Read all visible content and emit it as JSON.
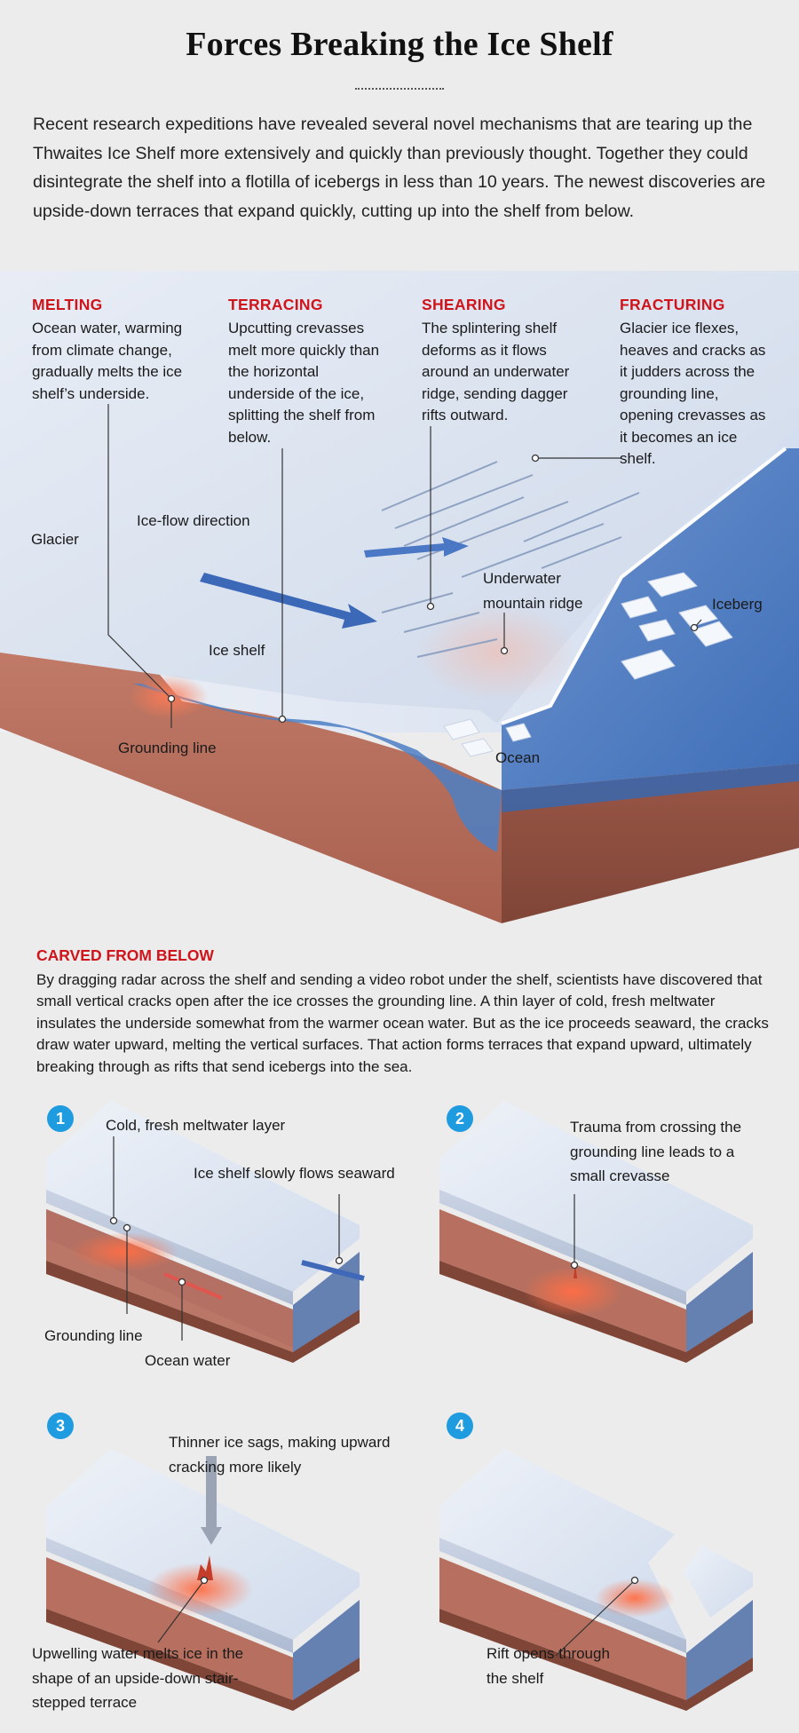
{
  "title": "Forces Breaking the Ice Shelf",
  "intro": "Recent research expeditions have revealed several novel mechanisms that are tearing up the Thwaites Ice Shelf more extensively and quickly than previously thought. Together they could disintegrate the shelf into a flotilla of icebergs in less than 10 years. The newest discoveries are upside-down terraces that expand quickly, cutting up into the shelf from below.",
  "mechanisms": [
    {
      "head": "MELTING",
      "text": "Ocean water, warming from climate change, gradually melts the ice shelf’s underside."
    },
    {
      "head": "TERRACING",
      "text": "Upcutting crevasses melt more quickly than the horizontal underside of the ice, splitting the shelf from below."
    },
    {
      "head": "SHEARING",
      "text": "The splintering shelf deforms as it flows around an underwater ridge, sending dagger rifts outward."
    },
    {
      "head": "FRACTURING",
      "text": "Glacier ice flexes, heaves and cracks as it judders across the grounding line, opening crevasses as it becomes an ice shelf."
    }
  ],
  "main_labels": {
    "glacier": "Glacier",
    "ice_flow": "Ice-flow direction",
    "ice_shelf": "Ice shelf",
    "grounding_line": "Grounding line",
    "ridge": "Underwater mountain ridge",
    "iceberg": "Iceberg",
    "ocean": "Ocean"
  },
  "carved": {
    "head": "CARVED FROM BELOW",
    "text": "By dragging radar across the shelf and sending a video robot under the shelf, scientists have discovered that small vertical cracks open after the ice crosses the grounding line. A thin layer of cold, fresh meltwater insulates the underside somewhat from the warmer ocean water. But as the ice proceeds seaward, the cracks draw water upward, melting the vertical surfaces. That action forms terraces that expand upward, ultimately breaking through as rifts that send icebergs into the sea."
  },
  "steps": [
    {
      "num": "1",
      "labels": [
        "Cold, fresh meltwater layer",
        "Ice shelf slowly flows seaward",
        "Grounding line",
        "Ocean water"
      ]
    },
    {
      "num": "2",
      "labels": [
        "Trauma from crossing the grounding line leads to a small crevasse"
      ]
    },
    {
      "num": "3",
      "labels": [
        "Thinner ice sags, making upward cracking more likely",
        "Upwelling water melts ice in the shape of an upside-down stair-stepped terrace"
      ]
    },
    {
      "num": "4",
      "labels": [
        "Rift opens through the shelf"
      ]
    }
  ],
  "colors": {
    "heading_red": "#d0141b",
    "step_blue": "#1f9be0",
    "bedrock": "#b7705f",
    "ocean": "#4c7fc4",
    "ice": "#dbe4f1"
  }
}
